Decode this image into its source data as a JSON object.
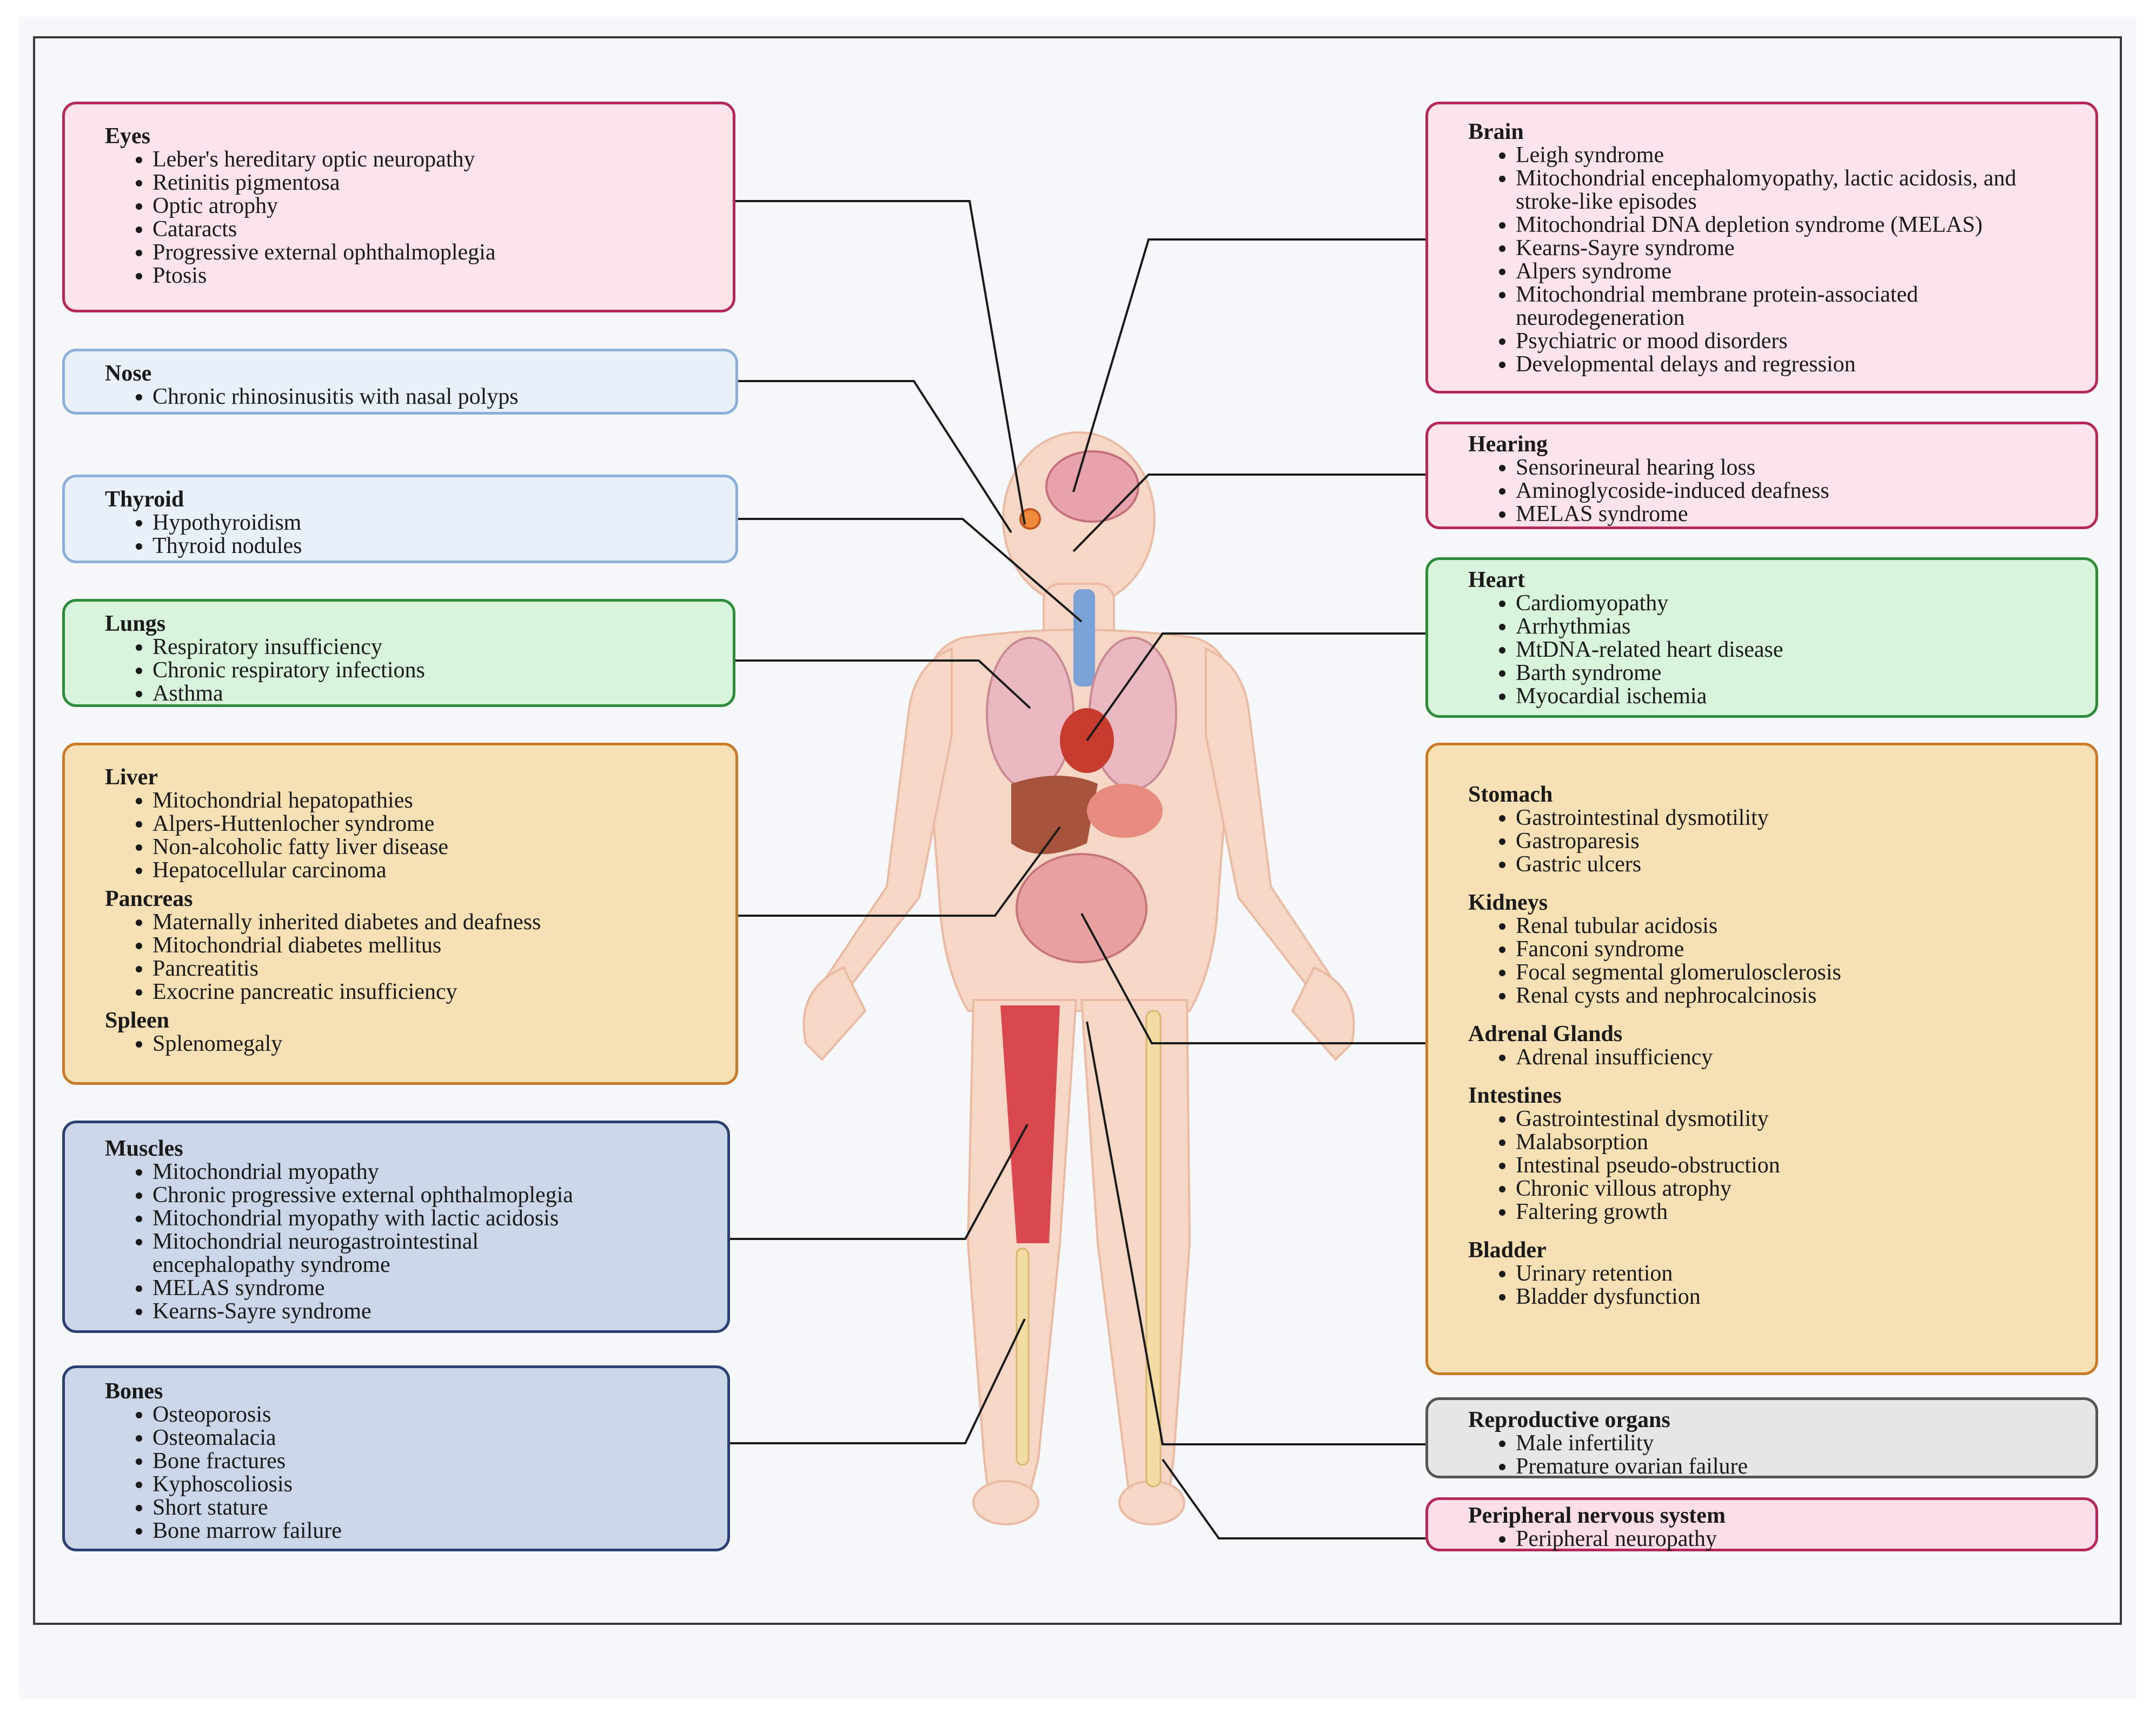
{
  "groups": {
    "eyes": {
      "title": "Eyes",
      "items": [
        "Leber's hereditary optic neuropathy",
        "Retinitis pigmentosa",
        "Optic atrophy",
        "Cataracts",
        "Progressive external ophthalmoplegia",
        "Ptosis"
      ]
    },
    "nose": {
      "title": "Nose",
      "items": [
        "Chronic rhinosinusitis with nasal polyps"
      ]
    },
    "thyroid": {
      "title": "Thyroid",
      "items": [
        "Hypothyroidism",
        "Thyroid nodules"
      ]
    },
    "lungs": {
      "title": "Lungs",
      "items": [
        "Respiratory insufficiency",
        "Chronic respiratory infections",
        "Asthma"
      ]
    },
    "liver": {
      "title": "Liver",
      "items": [
        "Mitochondrial hepatopathies",
        "Alpers-Huttenlocher syndrome",
        "Non-alcoholic fatty liver disease",
        "Hepatocellular carcinoma"
      ]
    },
    "pancreas": {
      "title": "Pancreas",
      "items": [
        "Maternally inherited diabetes and deafness",
        "Mitochondrial diabetes mellitus",
        "Pancreatitis",
        "Exocrine pancreatic insufficiency"
      ]
    },
    "spleen": {
      "title": "Spleen",
      "items": [
        "Splenomegaly"
      ]
    },
    "muscles": {
      "title": "Muscles",
      "items": [
        "Mitochondrial myopathy",
        "Chronic progressive external ophthalmoplegia",
        "Mitochondrial myopathy with lactic acidosis",
        "Mitochondrial neurogastrointestinal encephalopathy syndrome",
        "MELAS syndrome",
        "Kearns-Sayre syndrome"
      ]
    },
    "bones": {
      "title": "Bones",
      "items": [
        "Osteoporosis",
        "Osteomalacia",
        "Bone fractures",
        "Kyphoscoliosis",
        "Short stature",
        "Bone marrow failure"
      ]
    },
    "brain": {
      "title": "Brain",
      "items": [
        "Leigh syndrome",
        "Mitochondrial encephalomyopathy, lactic acidosis, and stroke-like episodes",
        "Mitochondrial DNA depletion syndrome (MELAS)",
        "Kearns-Sayre syndrome",
        "Alpers syndrome",
        "Mitochondrial membrane protein-associated neurodegeneration",
        "Psychiatric or mood disorders",
        "Developmental delays and regression"
      ]
    },
    "hearing": {
      "title": "Hearing",
      "items": [
        "Sensorineural hearing loss",
        "Aminoglycoside-induced deafness",
        "MELAS syndrome"
      ]
    },
    "heart": {
      "title": "Heart",
      "items": [
        "Cardiomyopathy",
        "Arrhythmias",
        "MtDNA-related heart disease",
        "Barth syndrome",
        "Myocardial ischemia"
      ]
    },
    "stomach": {
      "title": "Stomach",
      "items": [
        "Gastrointestinal dysmotility",
        "Gastroparesis",
        "Gastric ulcers"
      ]
    },
    "kidneys": {
      "title": "Kidneys",
      "items": [
        "Renal tubular acidosis",
        "Fanconi syndrome",
        "Focal segmental glomerulosclerosis",
        "Renal cysts and nephrocalcinosis"
      ]
    },
    "adrenal": {
      "title": "Adrenal Glands",
      "items": [
        "Adrenal insufficiency"
      ]
    },
    "intestines": {
      "title": "Intestines",
      "items": [
        "Gastrointestinal dysmotility",
        "Malabsorption",
        "Intestinal pseudo-obstruction",
        "Chronic villous atrophy",
        "Faltering growth"
      ]
    },
    "bladder": {
      "title": "Bladder",
      "items": [
        "Urinary retention",
        "Bladder dysfunction"
      ]
    },
    "reproductive": {
      "title": "Reproductive organs",
      "items": [
        "Male infertility",
        "Premature ovarian failure"
      ]
    },
    "pns": {
      "title": "Peripheral nervous system",
      "items": [
        "Peripheral neuropathy"
      ]
    }
  },
  "colors": {
    "pink": "#fde4e8",
    "blue": "#e8f0fa",
    "green": "#d8f4da",
    "orange": "#f7e0b3",
    "navy": "#cbd6e8",
    "grey": "#e6e6e6",
    "skin": "#f6d6c4",
    "lung": "#eab8c0",
    "bone": "#f2dca4",
    "muscle": "#d9484f"
  }
}
